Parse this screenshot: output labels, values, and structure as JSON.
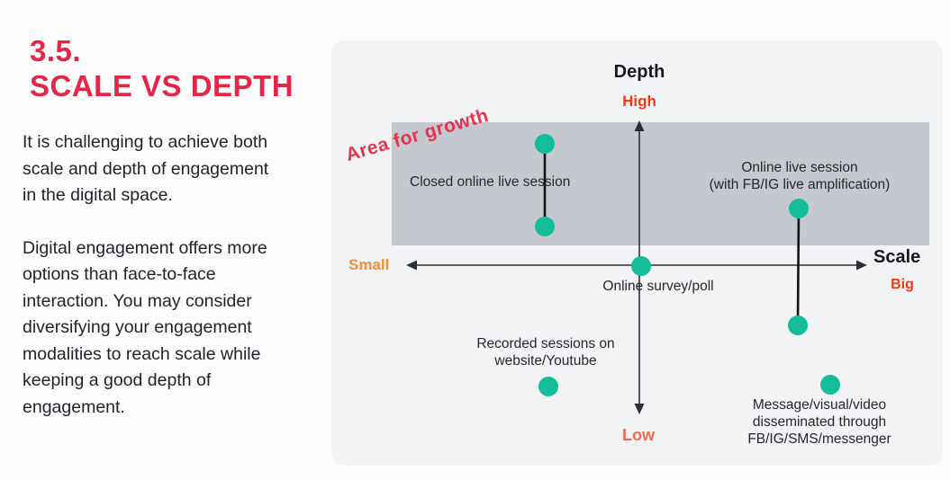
{
  "left_panel": {
    "section_number": "3.5.",
    "title": "SCALE VS DEPTH",
    "paragraph1": "It is challenging to achieve both\nscale and depth of engagement\nin the digital space.",
    "paragraph2": "Digital engagement offers more\noptions than face-to-face\ninteraction. You may consider\ndiversifying your engagement\nmodalities to reach scale while\nkeeping a good depth of\nengagement."
  },
  "diagram": {
    "area_for_growth_label": "Area for growth",
    "axes": {
      "vertical_name": "Depth",
      "vertical_high": "High",
      "vertical_low": "Low",
      "horizontal_name": "Scale",
      "horizontal_small": "Small",
      "horizontal_big": "Big"
    },
    "points": {
      "closed_session": "Closed online live session",
      "online_live": "Online live session\n(with FB/IG live amplification)",
      "survey": "Online survey/poll",
      "recorded": "Recorded sessions on\nwebsite/Youtube",
      "message": "Message/visual/video\ndisseminated through\nFB/IG/SMS/messenger"
    },
    "colors": {
      "accent_red": "#e22747",
      "growth_red": "#e8334f",
      "orange_red": "#f53a12",
      "coral": "#ed6a4d",
      "orange": "#ef9038",
      "teal": "#14bd9a",
      "band_gray": "#c5c9cf",
      "panel_gray": "#f2f3f5",
      "axis_dark": "#2c2f35",
      "connector_black": "#121316"
    }
  }
}
